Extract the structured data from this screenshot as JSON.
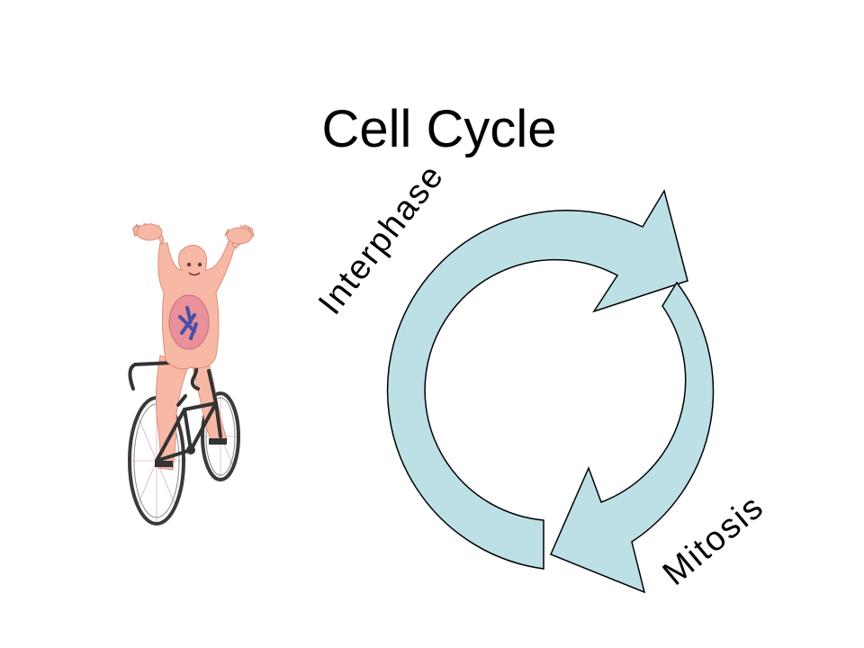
{
  "slide": {
    "title": "Cell Cycle"
  },
  "cycle": {
    "phases": [
      {
        "label": "Interphase"
      },
      {
        "label": "Mitosis"
      }
    ],
    "arrow_fill": "#bde0e6",
    "arrow_stroke": "#000000"
  },
  "illustration": {
    "icon": "cell-on-bicycle-icon",
    "cell_color": "#f7b9a6",
    "nucleus_color": "#e9909b",
    "chromosome_color": "#4a4fa8",
    "bicycle_color": "#333333"
  }
}
